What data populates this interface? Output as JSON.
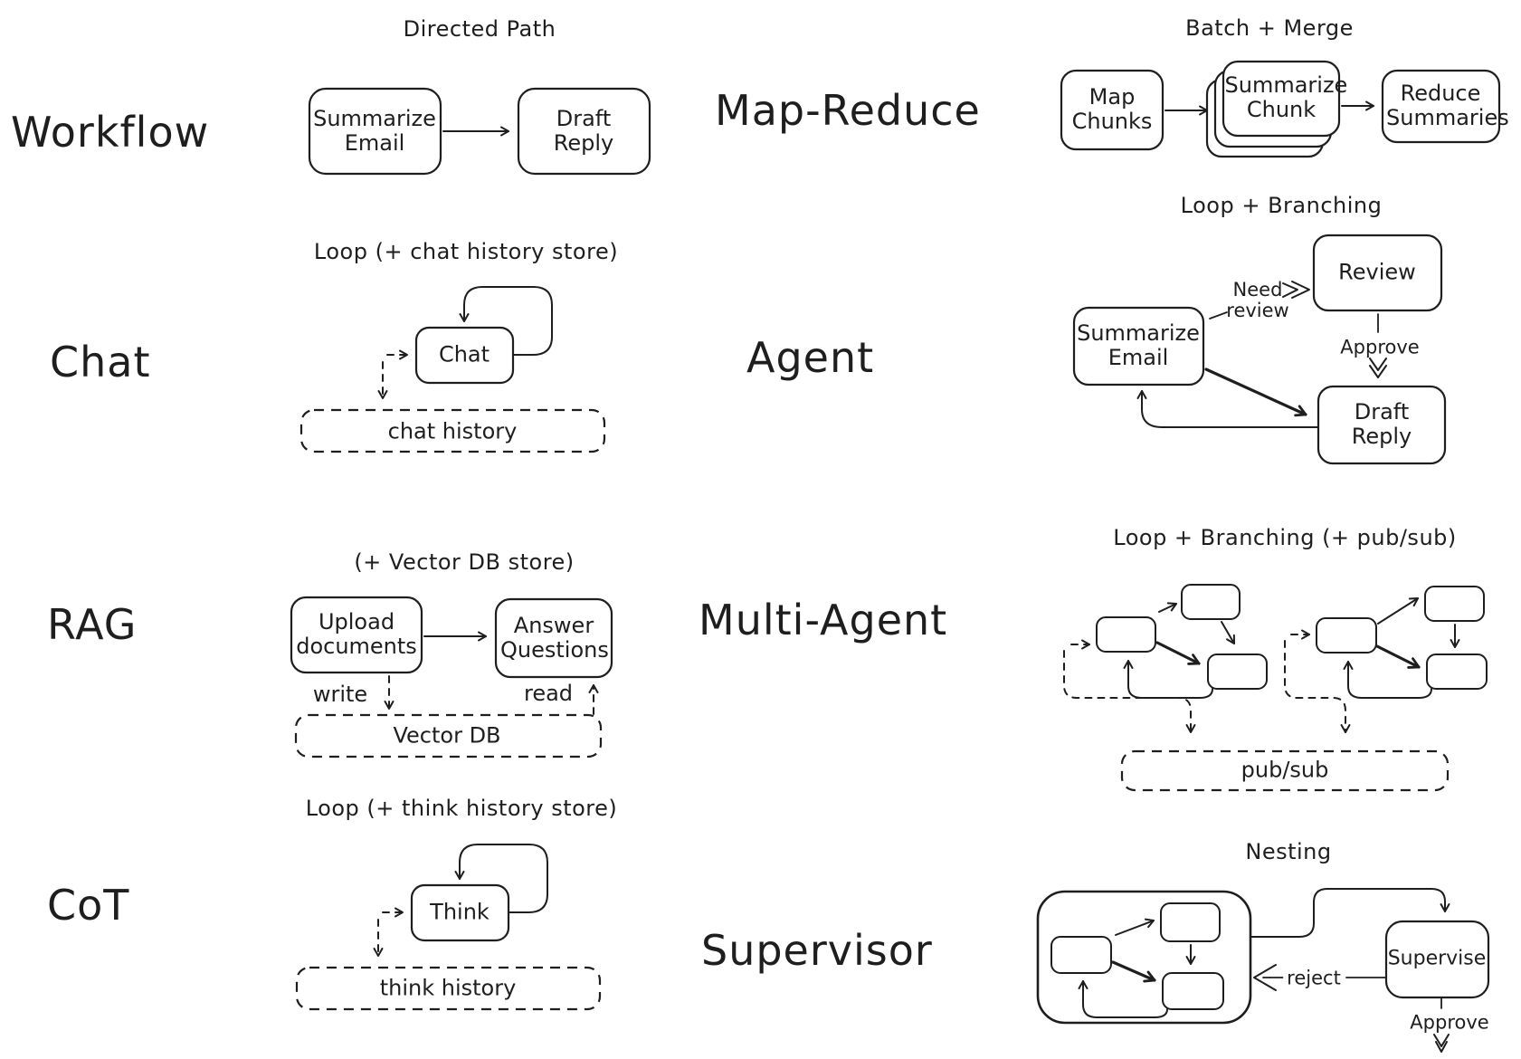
{
  "canvas": {
    "ink_color": "#1e1e1e",
    "background_color": "#ffffff"
  },
  "sections": {
    "workflow": {
      "label": "Workflow",
      "pattern": "Directed Path",
      "nodes": {
        "a": "Summarize Email",
        "b": "Draft Reply"
      }
    },
    "map_reduce": {
      "label": "Map-Reduce",
      "pattern": "Batch + Merge",
      "nodes": {
        "a": "Map Chunks",
        "b": "Summarize Chunk",
        "c": "Reduce Summaries"
      }
    },
    "chat": {
      "label": "Chat",
      "pattern": "Loop (+ chat history store)",
      "nodes": {
        "a": "Chat"
      },
      "store": "chat history"
    },
    "agent": {
      "label": "Agent",
      "pattern": "Loop + Branching",
      "nodes": {
        "a": "Summarize Email",
        "b": "Review",
        "c": "Draft Reply"
      },
      "edges": {
        "need_review": "Need review",
        "approve": "Approve"
      }
    },
    "rag": {
      "label": "RAG",
      "pattern": "(+ Vector DB store)",
      "nodes": {
        "a": "Upload documents",
        "b": "Answer Questions"
      },
      "edges": {
        "write": "write",
        "read": "read"
      },
      "store": "Vector DB"
    },
    "multi_agent": {
      "label": "Multi-Agent",
      "pattern": "Loop + Branching (+ pub/sub)",
      "store": "pub/sub"
    },
    "cot": {
      "label": "CoT",
      "pattern": "Loop (+ think history store)",
      "nodes": {
        "a": "Think"
      },
      "store": "think history"
    },
    "supervisor": {
      "label": "Supervisor",
      "pattern": "Nesting",
      "nodes": {
        "a": "Supervise"
      },
      "edges": {
        "reject": "reject",
        "approve": "Approve"
      }
    }
  }
}
